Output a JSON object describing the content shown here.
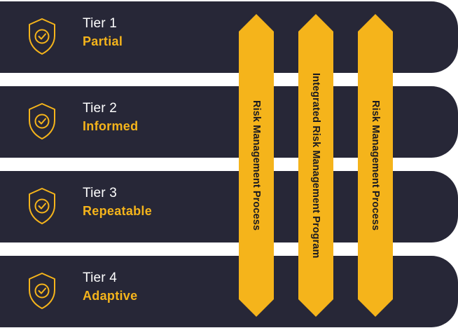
{
  "tiers": [
    {
      "number": "Tier 1",
      "name": "Partial",
      "icon": "shield-check-icon"
    },
    {
      "number": "Tier 2",
      "name": "Informed",
      "icon": "shield-check-icon"
    },
    {
      "number": "Tier 3",
      "name": "Repeatable",
      "icon": "shield-check-icon"
    },
    {
      "number": "Tier 4",
      "name": "Adaptive",
      "icon": "shield-check-icon"
    }
  ],
  "processes": [
    {
      "label": "Risk Management Process"
    },
    {
      "label": "Integrated Risk Management Program"
    },
    {
      "label": "Risk Management Process"
    }
  ],
  "colors": {
    "tier_background": "#272737",
    "accent": "#F5B41B",
    "tier_number_text": "#ffffff",
    "arrow_text": "#1a1a22"
  }
}
